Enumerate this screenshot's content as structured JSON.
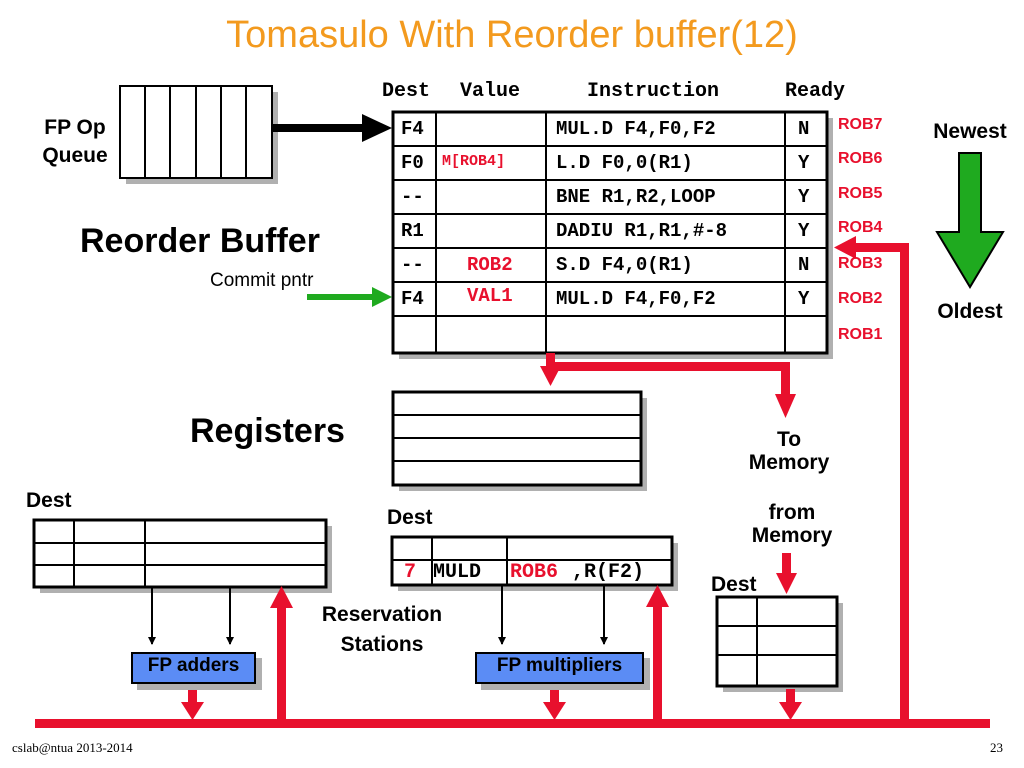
{
  "slide": {
    "title": "Tomasulo With Reorder buffer(12)",
    "footer_left": "cslab@ntua 2013-2014",
    "page_number": "23"
  },
  "op_queue": {
    "label_line1": "FP Op",
    "label_line2": "Queue"
  },
  "rob": {
    "label": "Reorder Buffer",
    "commit_label": "Commit pntr",
    "headers": {
      "dest": "Dest",
      "value": "Value",
      "instruction": "Instruction",
      "ready": "Ready"
    },
    "rows": [
      {
        "dest": "F4",
        "value": "",
        "instruction": "MUL.D F4,F0,F2",
        "ready": "N",
        "tag": "ROB7"
      },
      {
        "dest": "F0",
        "value": "M[ROB4]",
        "instruction": "L.D F0,0(R1)",
        "ready": "Y",
        "tag": "ROB6"
      },
      {
        "dest": "--",
        "value": "",
        "instruction": "BNE R1,R2,LOOP",
        "ready": "Y",
        "tag": "ROB5"
      },
      {
        "dest": "R1",
        "value": "",
        "instruction": "DADIU R1,R1,#-8",
        "ready": "Y",
        "tag": "ROB4"
      },
      {
        "dest": "--",
        "value": "ROB2",
        "instruction": "S.D F4,0(R1)",
        "ready": "N",
        "tag": "ROB3"
      },
      {
        "dest": "F4",
        "value": "VAL1",
        "instruction": "MUL.D F4,F0,F2",
        "ready": "Y",
        "tag": "ROB2"
      },
      {
        "dest": "",
        "value": "",
        "instruction": "",
        "ready": "",
        "tag": "ROB1"
      }
    ]
  },
  "order": {
    "newest": "Newest",
    "oldest": "Oldest"
  },
  "registers": {
    "label": "Registers"
  },
  "memory": {
    "to_line1": "To",
    "to_line2": "Memory",
    "from_line1": "from",
    "from_line2": "Memory",
    "dest": "Dest"
  },
  "reservation": {
    "label_line1": "Reservation",
    "label_line2": "Stations",
    "adders_dest": "Dest",
    "mult_dest": "Dest",
    "mult_entry": {
      "tag": "7",
      "op": "MULD",
      "src1": "ROB6",
      "src2": ",R(F2)"
    }
  },
  "units": {
    "adders": "FP adders",
    "multipliers": "FP multipliers"
  },
  "colors": {
    "title": "#f39a1e",
    "accent_red": "#e8102d",
    "arrow_green": "#1faa1f",
    "unit_blue": "#5b8cf5",
    "shadow": "#b0b0b0"
  }
}
